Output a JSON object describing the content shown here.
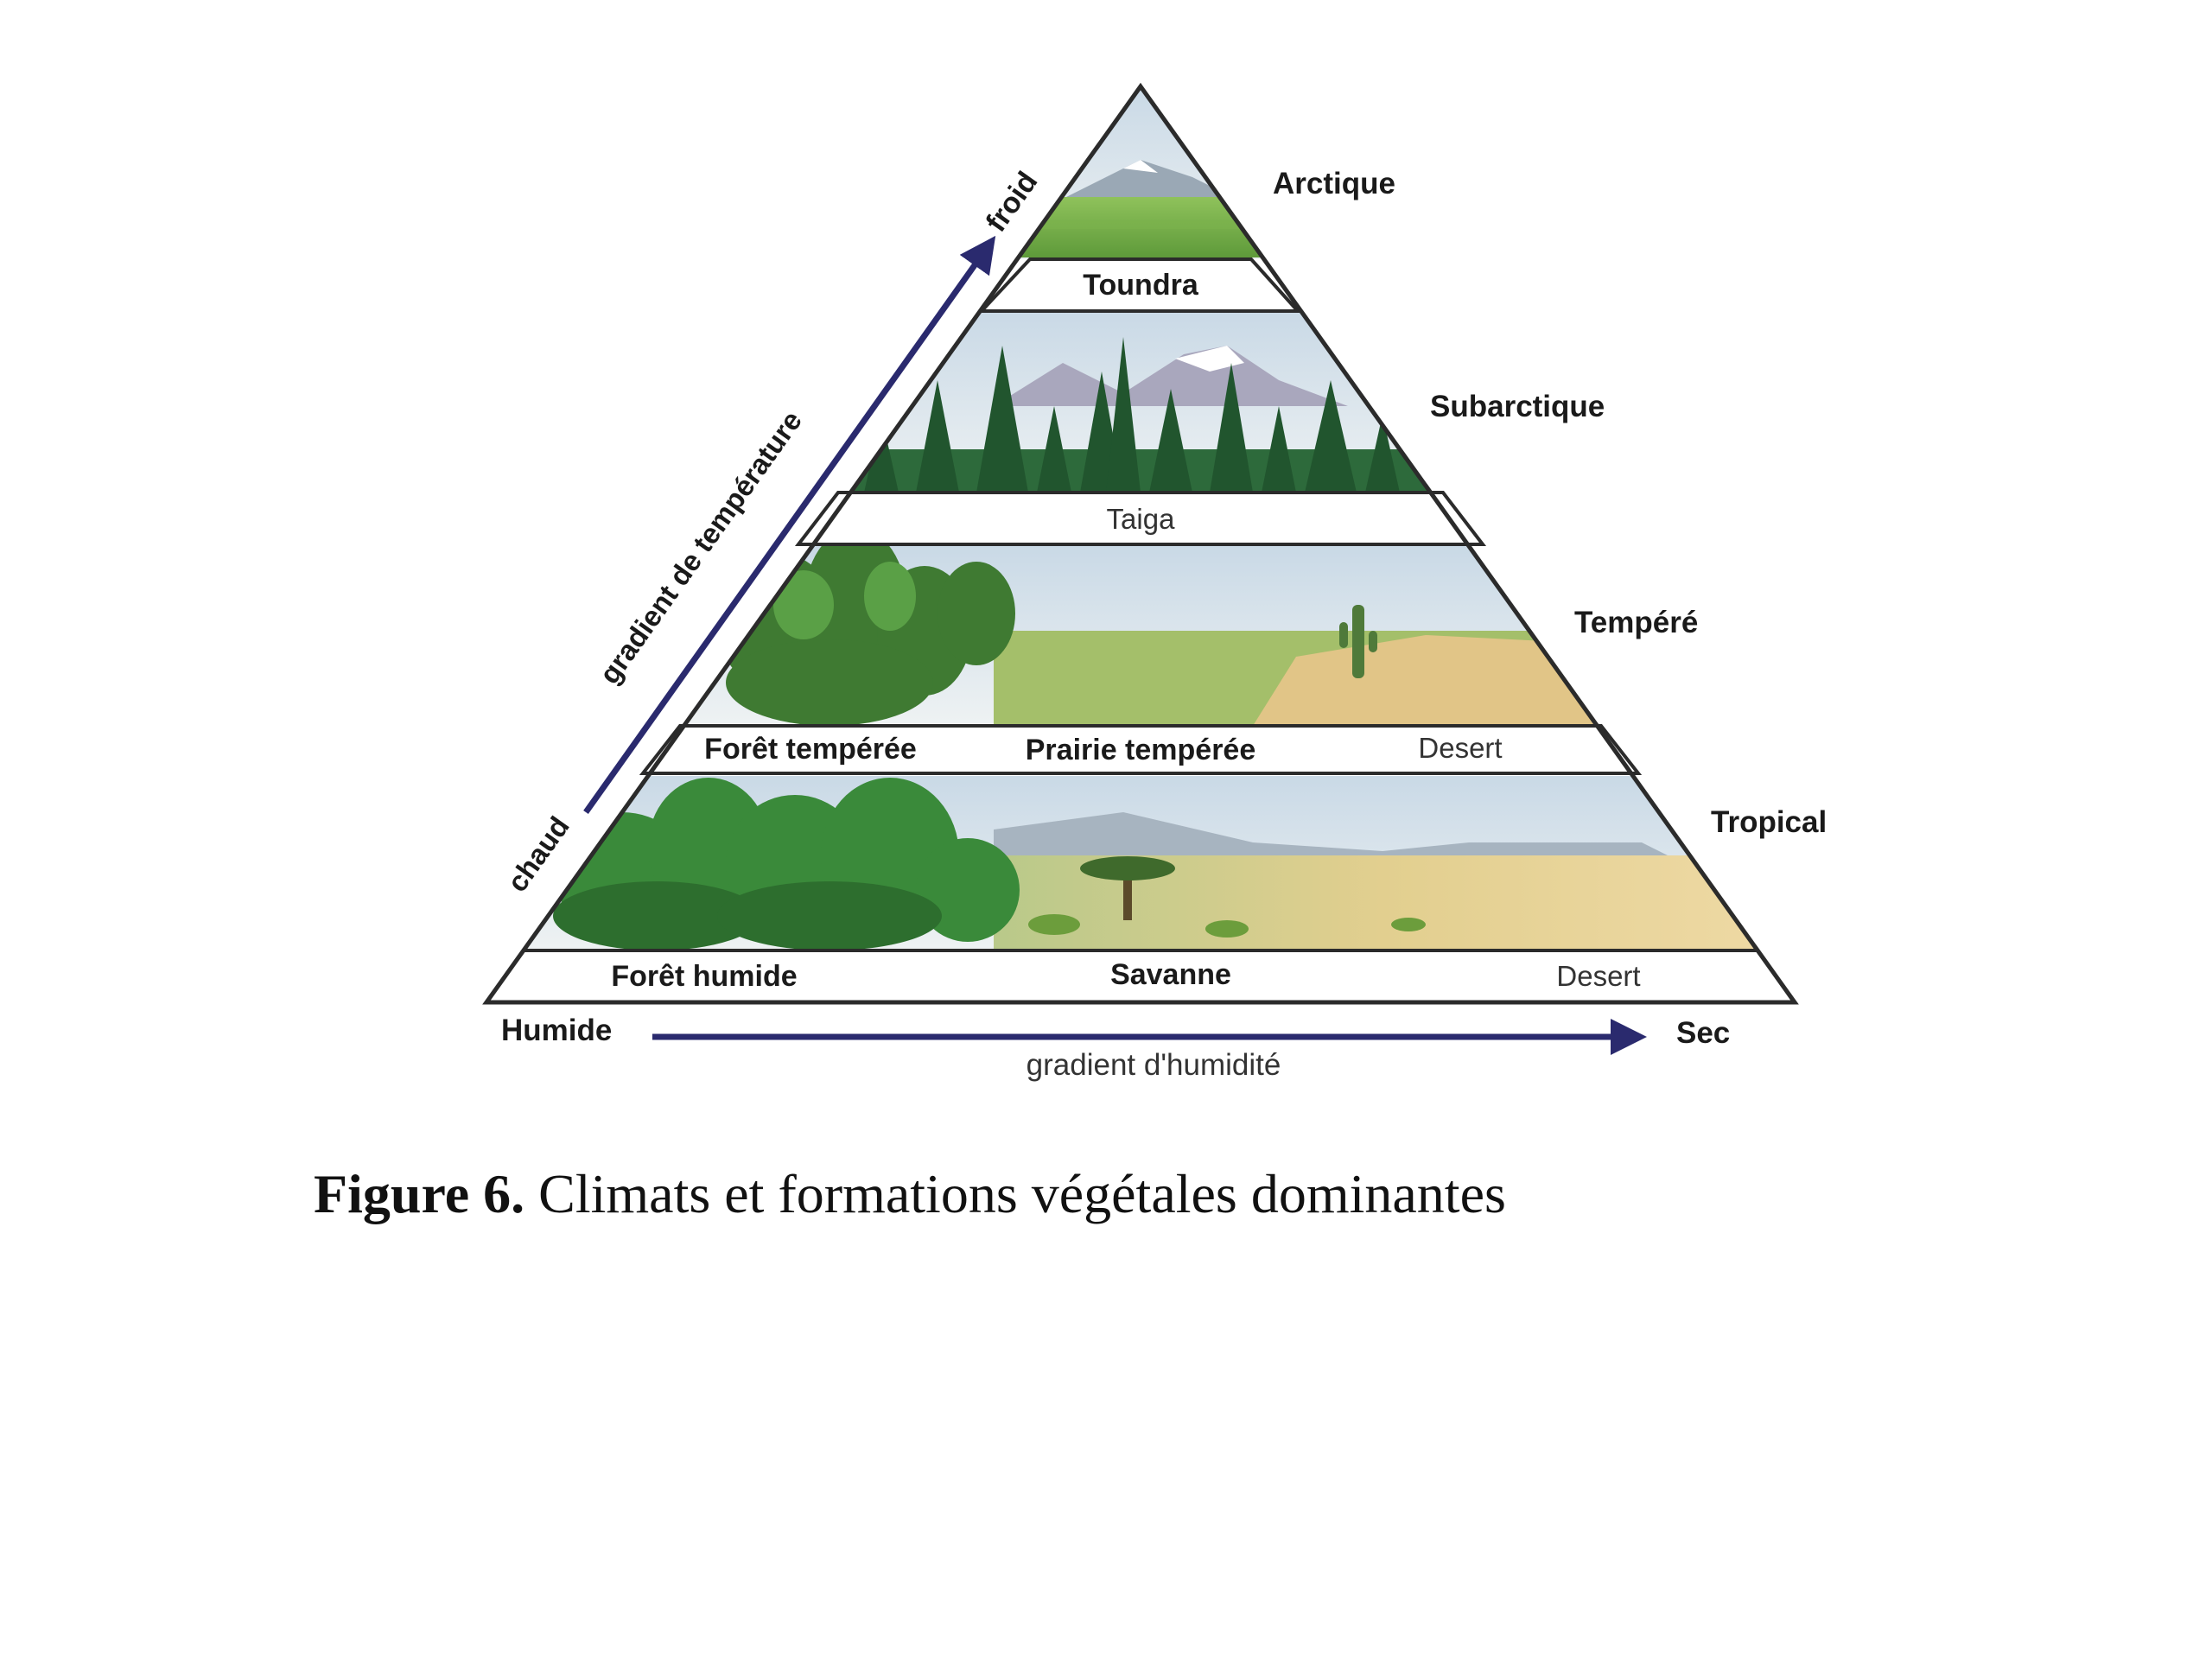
{
  "zones": {
    "arctique": "Arctique",
    "subarctique": "Subarctique",
    "tempere": "Tempéré",
    "tropical": "Tropical"
  },
  "biomes": {
    "toundra": "Toundra",
    "taiga": "Taiga",
    "foret_temperee": "Forêt tempérée",
    "prairie_temperee": "Prairie tempérée",
    "desert_tempere": "Desert",
    "foret_humide": "Forêt humide",
    "savanne": "Savanne",
    "desert_tropical": "Desert"
  },
  "axes": {
    "temperature_label": "gradient de température",
    "cold": "froid",
    "hot": "chaud",
    "humidity_label": "gradient d'humidité",
    "humid": "Humide",
    "dry": "Sec"
  },
  "caption": {
    "number": "Figure 6.",
    "text": " Climats et formations végétales dominantes"
  },
  "colors": {
    "arrow": "#2a2a6e",
    "outline": "#2b2b2b"
  }
}
